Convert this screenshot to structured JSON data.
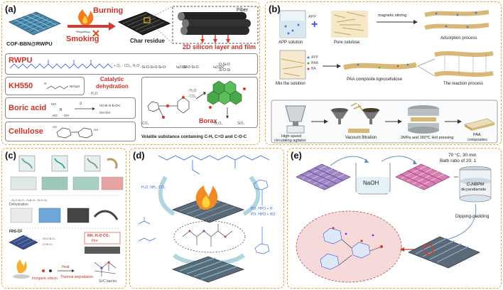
{
  "panels": {
    "a": {
      "label": "(a)",
      "material": "COF-BBN@RWPU",
      "burning": "Burning",
      "smoking": "Smoking",
      "char": "Char residue",
      "fiber": "Fiber",
      "silicon_layer": "2D silicon layer and film",
      "rwpu": "RWPU",
      "kh550": "KH550",
      "boric_acid": "Boric acid",
      "cellulose": "Cellulose",
      "catalytic": "Catalytic",
      "dehydration": "dehydration",
      "borax": "Borax",
      "volatile": "Volatile substance containing C-H, C=O and C-O-C",
      "eq_h2o": "- H₂O",
      "eq_co2": "- CO₂",
      "eq_o2_co2": "+ O₂ - CO₂, H₂O",
      "eq_b2o3": "B₂O₃",
      "eq_sio2": "SiO₂",
      "eq_delta": "Δ"
    },
    "b": {
      "label": "(b)",
      "app_solution": "APP solution",
      "app_key": "APP",
      "pure_cellulose": "Pure celulose",
      "magnetic": "magnetic stirring",
      "adsorption": "Adsorption process",
      "mix": "Mix the solution",
      "app2": "APP",
      "baa": "BAA",
      "ba": "BA",
      "paa_ligno": "PAA composite lignocellulose",
      "reaction": "The reaction process",
      "agitator_1": "High-speed",
      "agitator_2": "circulating agitator",
      "vacuum": "Vacuum filtration",
      "hot_press": "2MPa and 180℃ Hot pressing",
      "paa_1": "PAA",
      "paa_2": "composites"
    },
    "c": {
      "label": "(c)",
      "tag_fr": "FRS-CF",
      "tag_dehydration": "Dehydration",
      "tag_fire": "Fire",
      "tag_gas": "NH₃ H₂O CO₂",
      "tag_thermal": "Thermal degradation",
      "tag_inorganic": "Inorganic silicon",
      "tag_heat": "Heat",
      "tag_barrier": "Si/C barrier"
    },
    "d": {
      "label": "(d)",
      "gases": "H₂O, NH₃, CO₂",
      "radicals_1": "PO· HPO + H·",
      "radicals_2": "PO· HPO + HO·"
    },
    "e": {
      "label": "(e)",
      "cond_1": "70 °C, 30 min",
      "cond_2": "Bath ratio of 20: 1",
      "naoh": "NaOH",
      "reagent_1": "C₅NBPM",
      "reagent_2": "dicyandiamide",
      "dipping": "Dipping-padding"
    }
  },
  "colors": {
    "panel_border": "#e8a33d",
    "red_label": "#c8322a",
    "fabric_blue": "#4e8fb0",
    "fabric_purple": "#a088c4",
    "fabric_pink": "#d77fb3"
  }
}
